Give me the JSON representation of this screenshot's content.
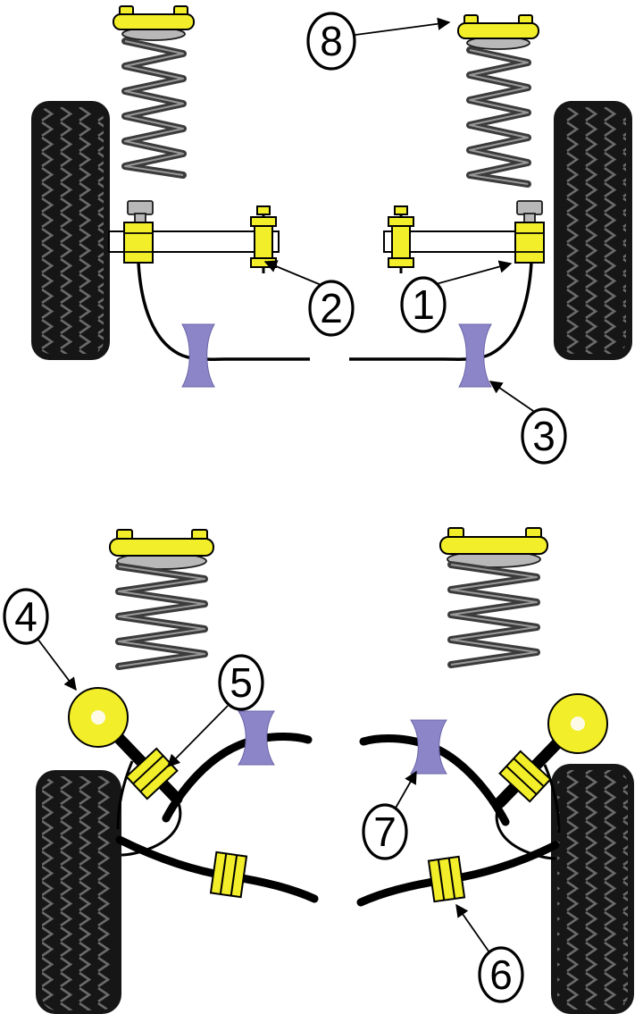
{
  "diagram": {
    "kind": "vehicle-suspension-bushing-location-diagram",
    "sections": {
      "top": "front-axle",
      "bottom": "rear-axle"
    }
  },
  "colors": {
    "bushing_yellow": "#f2ee2a",
    "bushing_purple": "#8c86c8",
    "tire_black": "#161616",
    "tread_gray": "#6a6a6a",
    "metal_gray": "#b8b8b8",
    "spring_gray": "#3b3b3b",
    "background_white": "#ffffff"
  },
  "callouts": {
    "c1": {
      "number": "1",
      "target": "front-track-rod-outer-bushing"
    },
    "c2": {
      "number": "2",
      "target": "front-track-rod-inner-bushing"
    },
    "c3": {
      "number": "3",
      "target": "front-anti-roll-bar-bushing"
    },
    "c4": {
      "number": "4",
      "target": "rear-trailing-arm-front-mount-bushing"
    },
    "c5": {
      "number": "5",
      "target": "rear-upper-arm-bushing"
    },
    "c6": {
      "number": "6",
      "target": "rear-lower-arm-bushing"
    },
    "c7": {
      "number": "7",
      "target": "rear-anti-roll-bar-bushing"
    },
    "c8": {
      "number": "8",
      "target": "front-spring-top-mount"
    }
  }
}
